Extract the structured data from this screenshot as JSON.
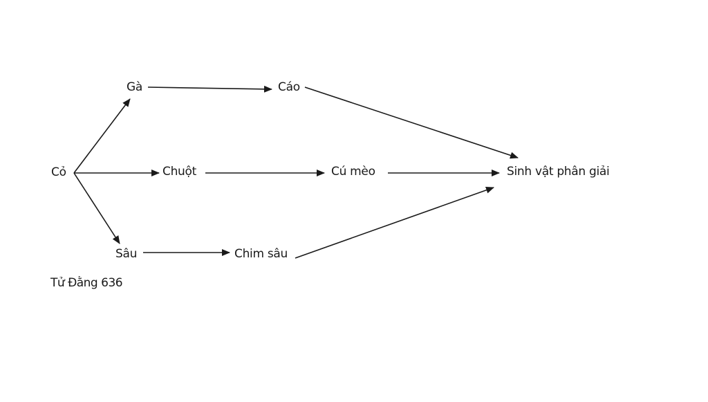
{
  "diagram": {
    "type": "food-web",
    "nodes": {
      "co": "Cỏ",
      "ga": "Gà",
      "cao": "Cáo",
      "chuot": "Chuột",
      "cu_meo": "Cú mèo",
      "sau": "Sâu",
      "chim_sau": "Chim sâu",
      "sinh_vat_phan_giai": "Sinh vật phân giải"
    },
    "edges": [
      {
        "from": "co",
        "to": "ga"
      },
      {
        "from": "co",
        "to": "chuot"
      },
      {
        "from": "co",
        "to": "sau"
      },
      {
        "from": "ga",
        "to": "cao"
      },
      {
        "from": "chuot",
        "to": "cu_meo"
      },
      {
        "from": "sau",
        "to": "chim_sau"
      },
      {
        "from": "cao",
        "to": "sinh_vat_phan_giai"
      },
      {
        "from": "cu_meo",
        "to": "sinh_vat_phan_giai"
      },
      {
        "from": "chim_sau",
        "to": "sinh_vat_phan_giai"
      }
    ],
    "caption": "Tử Đằng 636",
    "line_color": "#1a1a1a"
  }
}
